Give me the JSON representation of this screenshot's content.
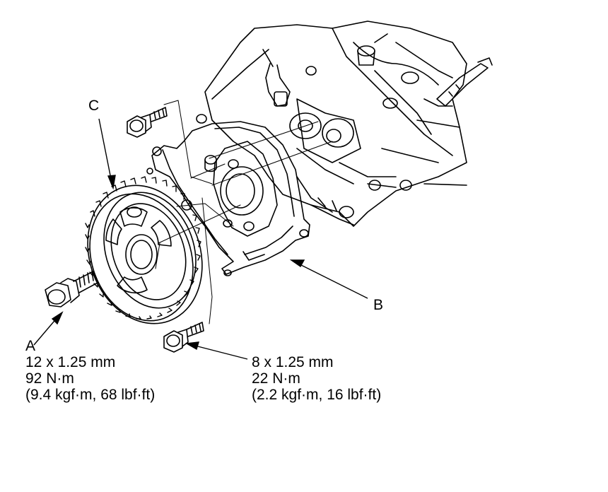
{
  "callouts": {
    "a": {
      "letter": "A",
      "spec_lines": [
        "12 x 1.25 mm",
        "92 N·m",
        "(9.4 kgf·m, 68 lbf·ft)"
      ]
    },
    "b": {
      "letter": "B"
    },
    "c": {
      "letter": "C"
    },
    "bolt_small": {
      "spec_lines": [
        "8 x 1.25 mm",
        "22 N·m",
        "(2.2 kgf·m, 16 lbf·ft)"
      ]
    }
  },
  "colors": {
    "line": "#000000",
    "background": "#ffffff"
  }
}
